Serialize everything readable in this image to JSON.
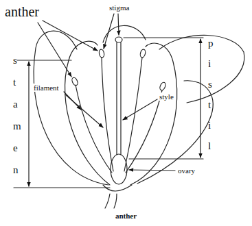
{
  "diagram": {
    "caption": "anther",
    "labels": [
      "anther",
      "stigma",
      "filament",
      "style",
      "ovary",
      "stamen",
      "pistil"
    ]
  }
}
